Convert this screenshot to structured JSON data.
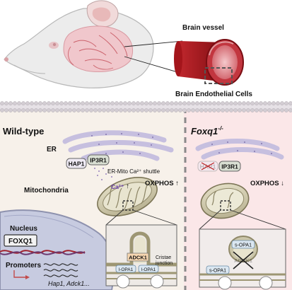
{
  "labels": {
    "brain_vessel": "Brain vessel",
    "brain_endothelial_cells": "Brain Endothelial Cells",
    "wild_type": "Wild-type",
    "foxq1_ko_base": "Foxq1",
    "foxq1_ko_sup": "-/-",
    "er_left": "ER",
    "hap1_left": "HAP1",
    "ip3r1_left": "IP3R1",
    "shuttle": "ER-Mito Ca²⁺ shuttle",
    "ca_label": "Ca²⁺",
    "up_arrow_small": "↑",
    "mitochondria": "Mitochondria",
    "oxphos_left": "OXPHOS ↑",
    "nucleus": "Nucleus",
    "foxq1_box": "FOXQ1",
    "promoters": "Promoters",
    "genes": "Hap1, Adck1...",
    "adck1_left": "ADCK1",
    "cristae_line1": "Cristae",
    "cristae_line2": "junction",
    "lopa1_a": "l-OPA1",
    "lopa1_b": "l-OPA1",
    "hap1_right": "HAP1",
    "ip3r1_right": "IP3R1",
    "oxphos_right": "OXPHOS ↓",
    "sopa1_top": "s-OPA1",
    "adck1_right": "ADCK1",
    "sopa1_bottom": "s-OPA1"
  },
  "colors": {
    "background_left": "#f7f1ea",
    "background_right": "#fbe7e8",
    "er": "#c6bfdf",
    "mitochondria": "#cbc6aa",
    "vessel": "#8e1218",
    "nucleus": "#b9bfd8",
    "adck1": "#f6d6b0",
    "hap1_box": "#efeaf4",
    "ip3r1_box": "#d9dfd3"
  }
}
